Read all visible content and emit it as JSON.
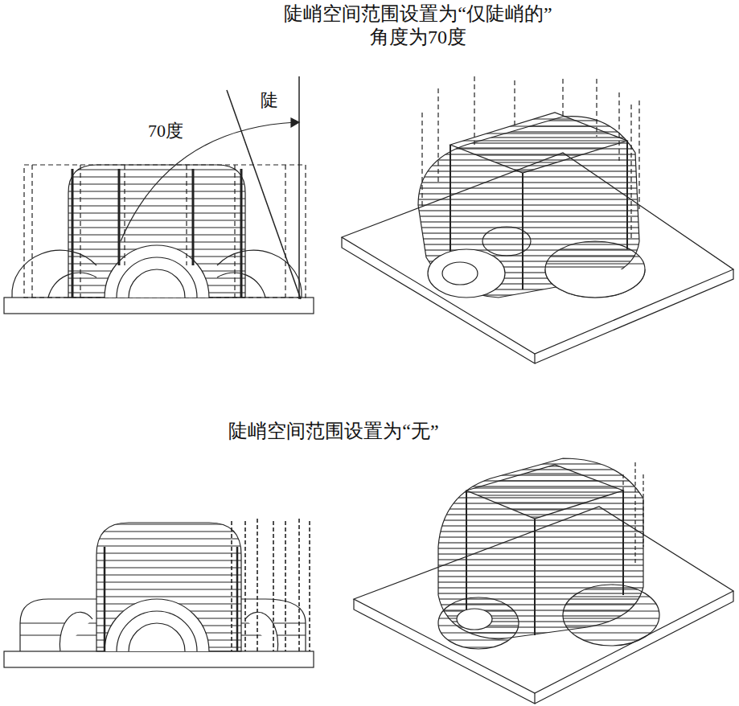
{
  "diagram": {
    "labels": [
      "陡峭空间范围设置为“仅陡峭的”",
      "角度为70度",
      "陡",
      "70度",
      "陡峭空间范围设置为“无”"
    ]
  }
}
